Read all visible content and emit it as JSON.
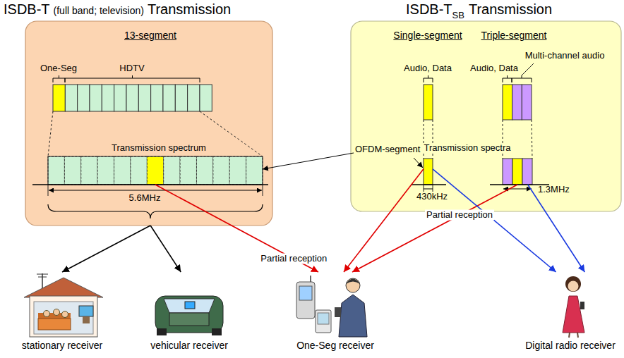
{
  "diagram": {
    "nodes": [
      {
        "text": [
          "ISDB-T",
          "(full band; television)",
          "Transmission",
          "13-segment"
        ]
      },
      {
        "text": [
          "Transmission spectrum",
          "5.6MHz"
        ],
        "in": 0
      },
      {
        "text": [
          "ISDB-T",
          "SB",
          "Transmission"
        ]
      },
      {
        "text": [
          "430kHz"
        ],
        "in": 2
      },
      {
        "text": [
          "1.3MHz"
        ],
        "in": 2
      },
      {
        "text": [
          "stationary receiver"
        ]
      },
      {
        "text": [
          "vehicular receiver"
        ]
      },
      {
        "text": [
          "One-Seg receiver"
        ]
      },
      {
        "text": [
          "Digital radio receiver"
        ]
      }
    ],
    "edges": [
      {
        "from": 0,
        "to": 5,
        "arrow": "to"
      },
      {
        "from": 0,
        "to": 6,
        "arrow": "to"
      },
      {
        "from": 1,
        "to": 7,
        "arrow": "to",
        "label": "Partial reception"
      },
      {
        "from": 3,
        "to": 7,
        "arrow": "to"
      },
      {
        "from": 4,
        "to": 7,
        "arrow": "to",
        "label": "Partial reception"
      },
      {
        "from": 3,
        "to": 8,
        "arrow": "to"
      },
      {
        "from": 4,
        "to": 8,
        "arrow": "to"
      }
    ],
    "labels": [
      "One-Seg",
      "HDTV",
      "OFDM-segment",
      "Single-segment",
      "Triple-segment",
      "Audio, Data",
      "Audio, Data",
      "Multi-channel audio",
      "Transmission spectra"
    ]
  }
}
